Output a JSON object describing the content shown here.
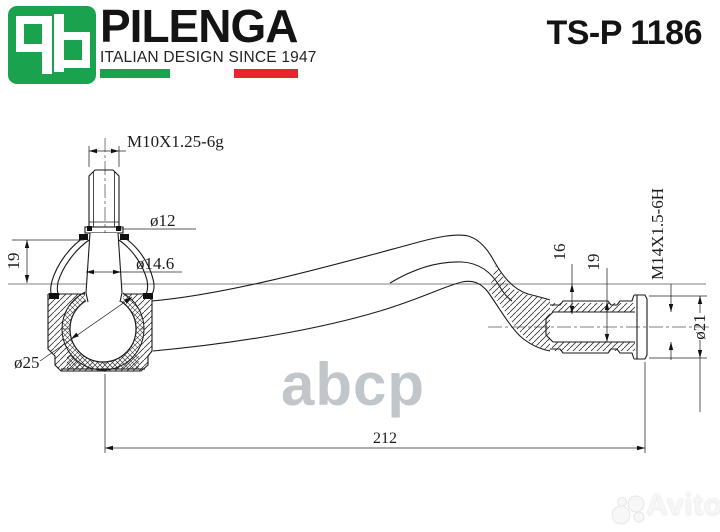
{
  "header": {
    "brand": "PILENGA",
    "tagline": "ITALIAN DESIGN SINCE 1947",
    "part_number": "TS-P 1186",
    "colors": {
      "green": "#1ba24f",
      "red": "#e6262c",
      "black": "#141414"
    }
  },
  "drawing": {
    "labels": {
      "stud_thread": "M10X1.25-6g",
      "stud_dia_top": "ø12",
      "stud_dia_bottom": "ø14.6",
      "height_left": "19",
      "ball_dia": "ø25",
      "socket_offset": "16",
      "socket_depth": "19",
      "socket_thread": "M14X1.5-6H",
      "socket_dia": "ø21",
      "overall_length": "212"
    }
  },
  "watermarks": {
    "center": "abcp",
    "corner": "Avito"
  }
}
